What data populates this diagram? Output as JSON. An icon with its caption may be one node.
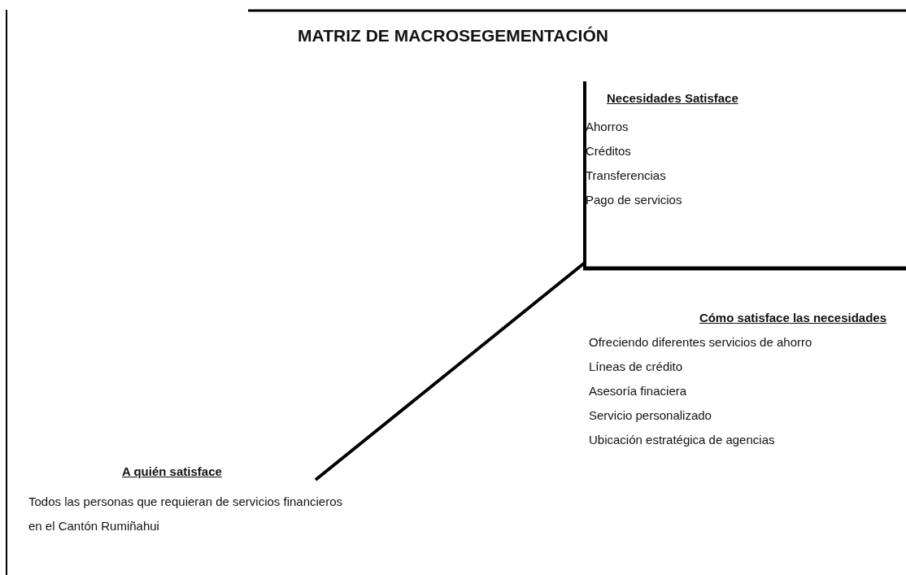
{
  "diagram": {
    "title": "MATRIZ DE MACROSEGEMENTACIÓN",
    "labels": [
      "Necesidades Satisface",
      "Ahorros",
      "Créditos",
      "Transferencias",
      "Pago de servicios",
      "Cómo satisface las necesidades",
      "Ofreciendo diferentes servicios de ahorro",
      "Líneas de crédito",
      "Asesoría finaciera",
      "Servicio personalizado",
      "Ubicación estratégica de agencias",
      "A quién satisface",
      "Todos las personas que requieran de  servicios financieros en el Cantón Rumiñahui"
    ]
  }
}
